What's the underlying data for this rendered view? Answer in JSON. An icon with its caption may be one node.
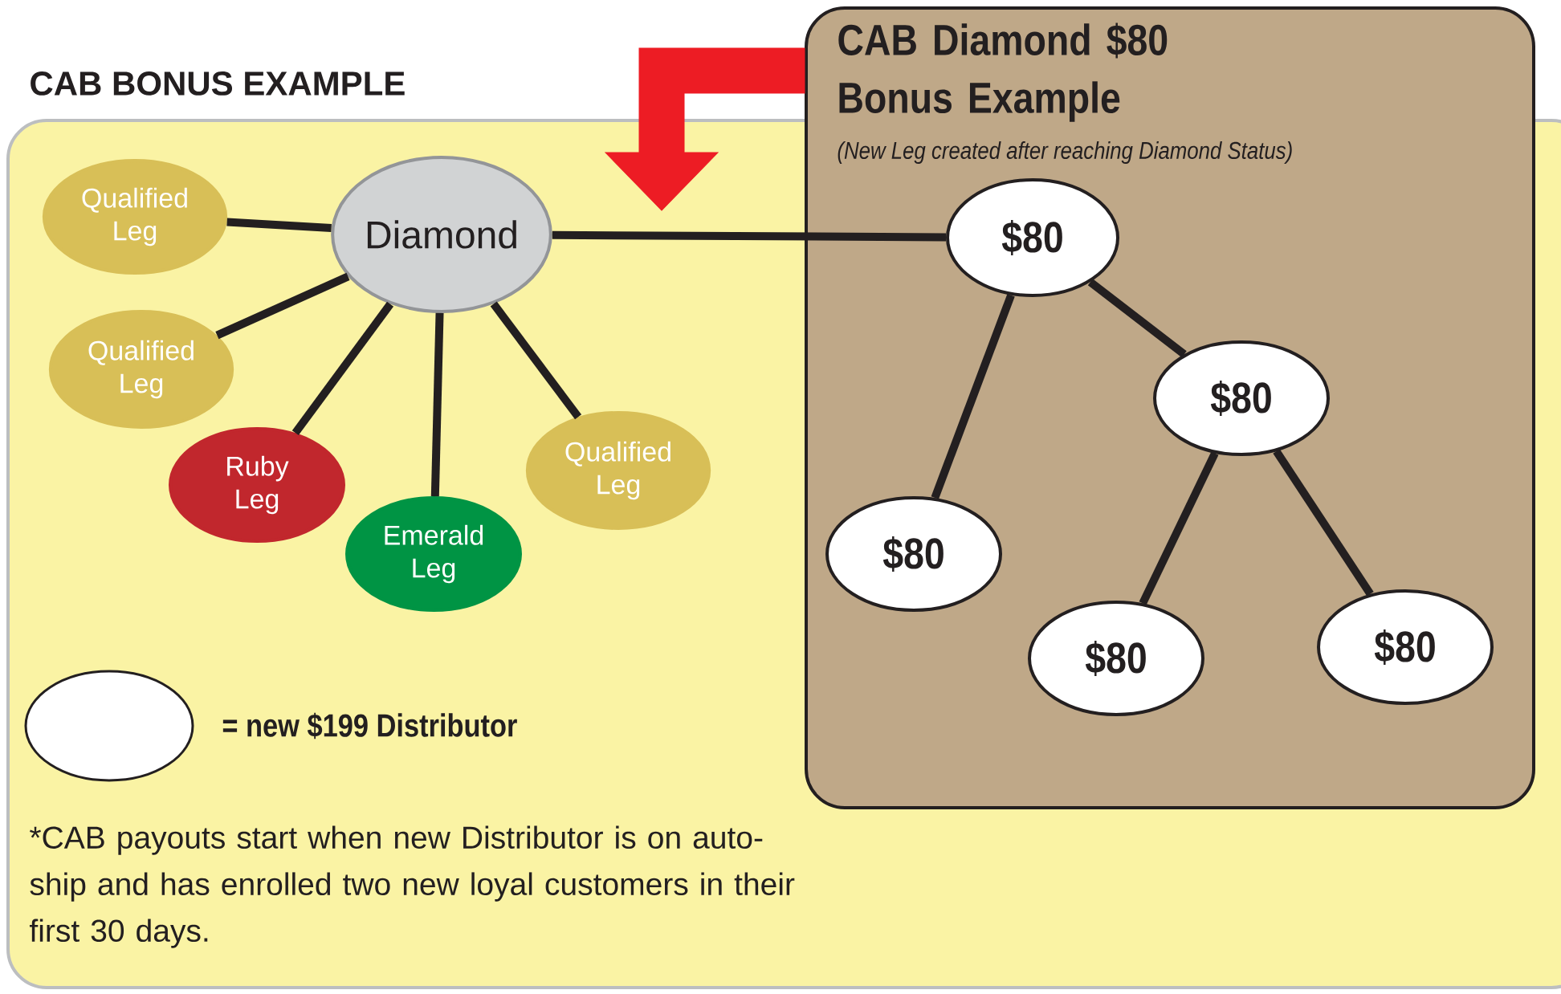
{
  "diagram": {
    "nodes": [
      {
        "text": [
          "CAB BONUS EXAMPLE",
          "*CAB payouts start when new Distributor is on auto-ship and has enrolled two new loyal customers in their first 30 days."
        ]
      },
      {
        "text": [
          "CAB Diamond $80 Bonus Example",
          "(New Leg created after reaching Diamond Status)"
        ]
      },
      {
        "text": [
          "Diamond"
        ],
        "in": 0
      },
      {
        "text": [
          "Qualified Leg"
        ],
        "in": 0
      },
      {
        "text": [
          "Qualified Leg"
        ],
        "in": 0
      },
      {
        "text": [
          "Ruby Leg"
        ],
        "in": 0
      },
      {
        "text": [
          "Emerald Leg"
        ],
        "in": 0
      },
      {
        "text": [
          "Qualified Leg"
        ],
        "in": 0
      },
      {
        "text": [
          "$80"
        ],
        "in": 1
      },
      {
        "text": [
          "$80"
        ],
        "in": 1
      },
      {
        "text": [
          "$80"
        ],
        "in": 1
      },
      {
        "text": [
          "$80"
        ],
        "in": 1
      },
      {
        "text": [
          "$80"
        ],
        "in": 1
      }
    ],
    "edges": [
      {
        "from": 2,
        "to": 3,
        "arrow": "none"
      },
      {
        "from": 2,
        "to": 4,
        "arrow": "none"
      },
      {
        "from": 2,
        "to": 5,
        "arrow": "none"
      },
      {
        "from": 2,
        "to": 6,
        "arrow": "none"
      },
      {
        "from": 2,
        "to": 7,
        "arrow": "none"
      },
      {
        "from": 2,
        "to": 8,
        "arrow": "none"
      },
      {
        "from": 8,
        "to": 10,
        "arrow": "none"
      },
      {
        "from": 8,
        "to": 9,
        "arrow": "none"
      },
      {
        "from": 9,
        "to": 12,
        "arrow": "none"
      },
      {
        "from": 9,
        "to": 11,
        "arrow": "none"
      },
      {
        "from": 1,
        "to": null,
        "arrow": "to",
        "style": "thick",
        "color": "#ed1c24"
      }
    ],
    "legend": [
      {
        "text": "= new $199 Distributor"
      }
    ]
  }
}
